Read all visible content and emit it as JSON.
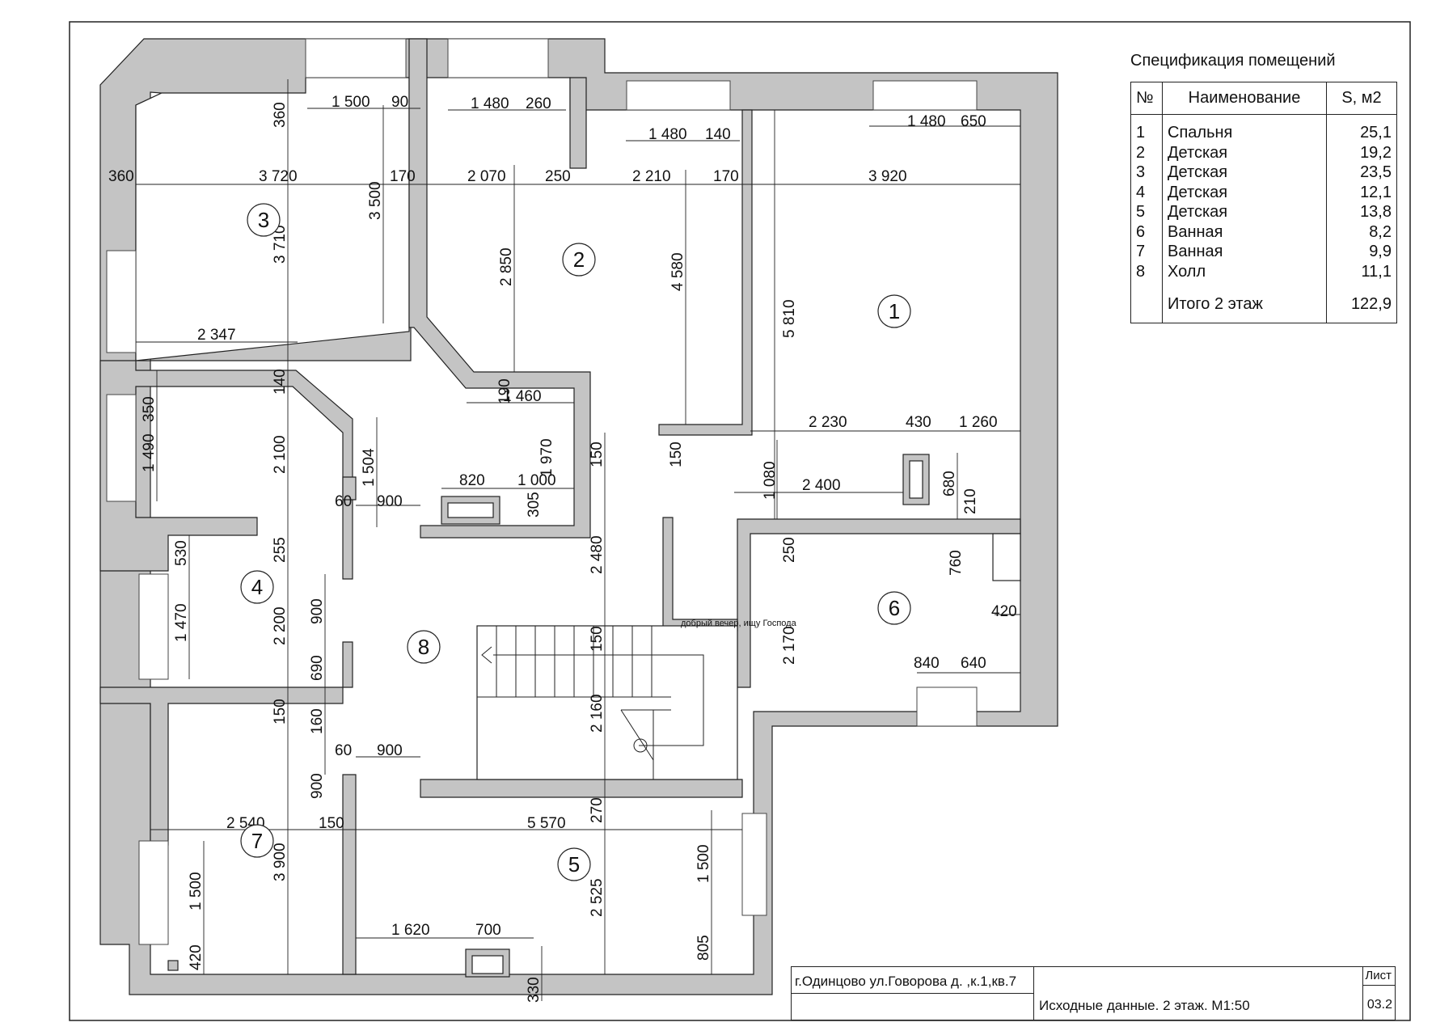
{
  "spec": {
    "title": "Спецификация помещений",
    "headers": {
      "num": "№",
      "name": "Наименование",
      "area": "S, м2"
    },
    "rows": [
      {
        "num": "1",
        "name": "Спальня",
        "area": "25,1"
      },
      {
        "num": "2",
        "name": "Детская",
        "area": "19,2"
      },
      {
        "num": "3",
        "name": "Детская",
        "area": "23,5"
      },
      {
        "num": "4",
        "name": "Детская",
        "area": "12,1"
      },
      {
        "num": "5",
        "name": "Детская",
        "area": "13,8"
      },
      {
        "num": "6",
        "name": "Ванная",
        "area": "8,2"
      },
      {
        "num": "7",
        "name": "Ванная",
        "area": "9,9"
      },
      {
        "num": "8",
        "name": "Холл",
        "area": "11,1"
      }
    ],
    "total": {
      "label": "Итого 2 этаж",
      "area": "122,9"
    }
  },
  "rooms": {
    "r1": "1",
    "r2": "2",
    "r3": "3",
    "r4": "4",
    "r5": "5",
    "r6": "6",
    "r7": "7",
    "r8": "8"
  },
  "note": "добрый вечер, ищу Господа",
  "stamp": {
    "address": "г.Одинцово ул.Говорова д.     ,к.1,кв.7",
    "description": "Исходные данные. 2 этаж. М1:50",
    "sheet_label": "Лист",
    "sheet_number": "03.2"
  },
  "dims": {
    "d1": "1 500",
    "d2": "90",
    "d3": "1 480",
    "d4": "260",
    "d5": "1 480",
    "d6": "140",
    "d7": "1 480",
    "d8": "650",
    "d9": "360",
    "d10": "3 720",
    "d11": "170",
    "d12": "2 070",
    "d13": "250",
    "d14": "2 210",
    "d15": "170",
    "d16": "3 920",
    "d17": "360",
    "d18": "3 500",
    "d19": "3 710",
    "d20": "2 850",
    "d21": "4 580",
    "d22": "5 810",
    "d23": "2 347",
    "d24": "140",
    "d25": "350",
    "d26": "1 490",
    "d27": "2 100",
    "d28": "1 504",
    "d29": "190",
    "d30": "1 460",
    "d31": "1 970",
    "d32": "2 230",
    "d33": "430",
    "d34": "1 260",
    "d35": "150",
    "d36": "150",
    "d37": "820",
    "d38": "1 000",
    "d39": "60",
    "d40": "900",
    "d41": "305",
    "d42": "1 080",
    "d43": "2 400",
    "d44": "680",
    "d45": "210",
    "d46": "530",
    "d47": "255",
    "d48": "250",
    "d49": "760",
    "d50": "1 470",
    "d51": "2 200",
    "d52": "900",
    "d53": "2 480",
    "d54": "420",
    "d55": "2 170",
    "d56": "150",
    "d57": "690",
    "d58": "840",
    "d59": "640",
    "d60": "150",
    "d61": "160",
    "d62": "2 160",
    "d63": "60",
    "d64": "900",
    "d65": "900",
    "d66": "2 540",
    "d67": "150",
    "d68": "5 570",
    "d69": "270",
    "d70": "3 900",
    "d71": "1 500",
    "d72": "1 500",
    "d73": "2 525",
    "d74": "1 620",
    "d75": "700",
    "d76": "805",
    "d77": "420",
    "d78": "330"
  }
}
